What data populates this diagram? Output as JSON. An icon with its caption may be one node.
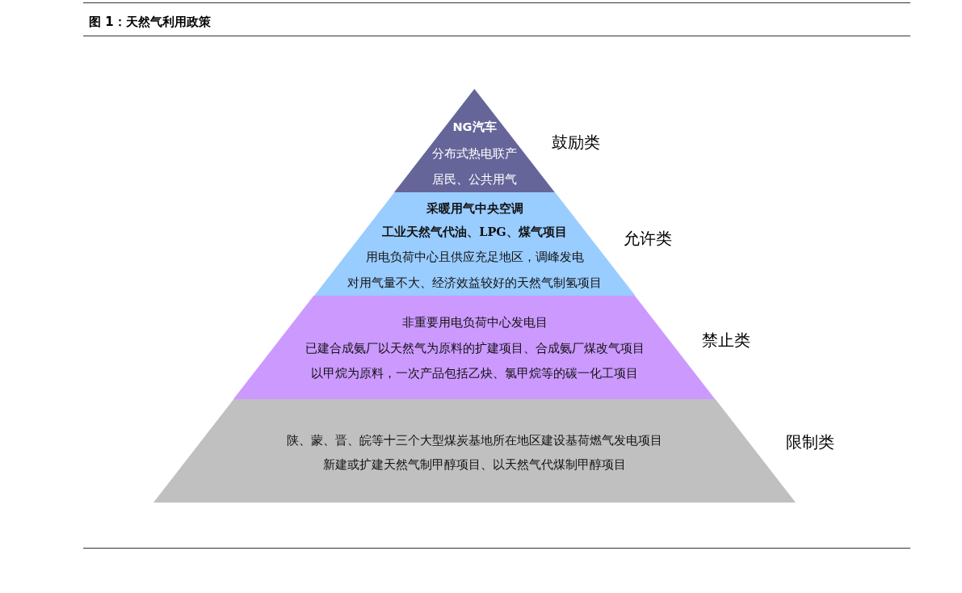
{
  "diagram": {
    "title": "图 1：天然气利用政策",
    "nodes": [
      {
        "text": [
          "NG汽车",
          "分布式热电联产",
          "居民、公共用气"
        ],
        "beside": [
          "鼓励类"
        ]
      },
      {
        "text": [
          "采暖用气中央空调",
          "工业天然气代油、LPG、煤气项目",
          "用电负荷中心且供应充足地区，调峰发电",
          "对用气量不大、经济效益较好的天然气制氢项目"
        ],
        "beside": [
          "允许类"
        ]
      },
      {
        "text": [
          "非重要用电负荷中心发电目",
          "已建合成氨厂以天然气为原料的扩建项目、合成氨厂煤改气项目",
          "以甲烷为原料，一次产品包括乙炔、氯甲烷等的碳一化工项目"
        ],
        "beside": [
          "禁止类"
        ]
      },
      {
        "text": [
          "陕、蒙、晋、皖等十三个大型煤炭基地所在地区建设基荷燃气发电项目",
          "新建或扩建天然气制甲醇项目、以天然气代煤制甲醇项目"
        ],
        "beside": [
          "限制类"
        ]
      }
    ]
  }
}
